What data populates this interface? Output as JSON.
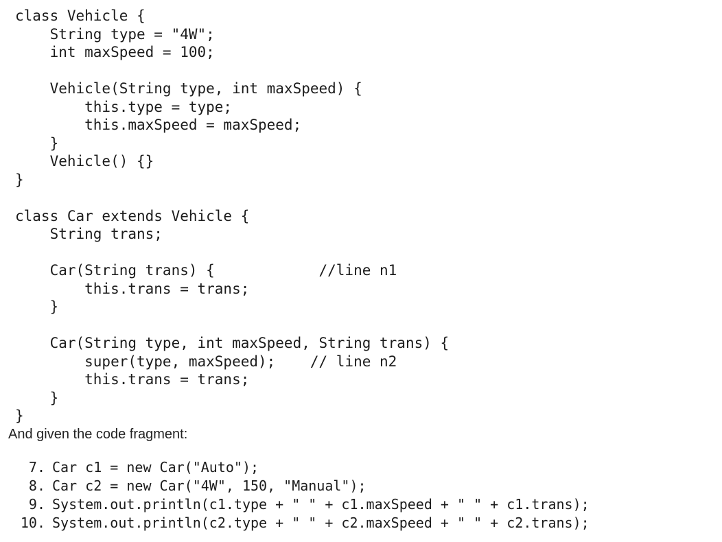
{
  "code": {
    "lines": [
      "class Vehicle {",
      "    String type = \"4W\";",
      "    int maxSpeed = 100;",
      "",
      "    Vehicle(String type, int maxSpeed) {",
      "        this.type = type;",
      "        this.maxSpeed = maxSpeed;",
      "    }",
      "    Vehicle() {}",
      "}",
      "",
      "class Car extends Vehicle {",
      "    String trans;",
      "",
      "    Car(String trans) {            //line n1",
      "        this.trans = trans;",
      "    }",
      "",
      "    Car(String type, int maxSpeed, String trans) {",
      "        super(type, maxSpeed);    // line n2",
      "        this.trans = trans;",
      "    }",
      "}"
    ]
  },
  "prose": {
    "text": "And given the code fragment:"
  },
  "fragment": {
    "lines": [
      {
        "num": "7.",
        "code": "Car c1 = new Car(\"Auto\");"
      },
      {
        "num": "8.",
        "code": "Car c2 = new Car(\"4W\", 150, \"Manual\");"
      },
      {
        "num": "9.",
        "code": "System.out.println(c1.type + \" \" + c1.maxSpeed + \" \" + c1.trans);"
      },
      {
        "num": "10.",
        "code": "System.out.println(c2.type + \" \" + c2.maxSpeed + \" \" + c2.trans);"
      }
    ]
  }
}
